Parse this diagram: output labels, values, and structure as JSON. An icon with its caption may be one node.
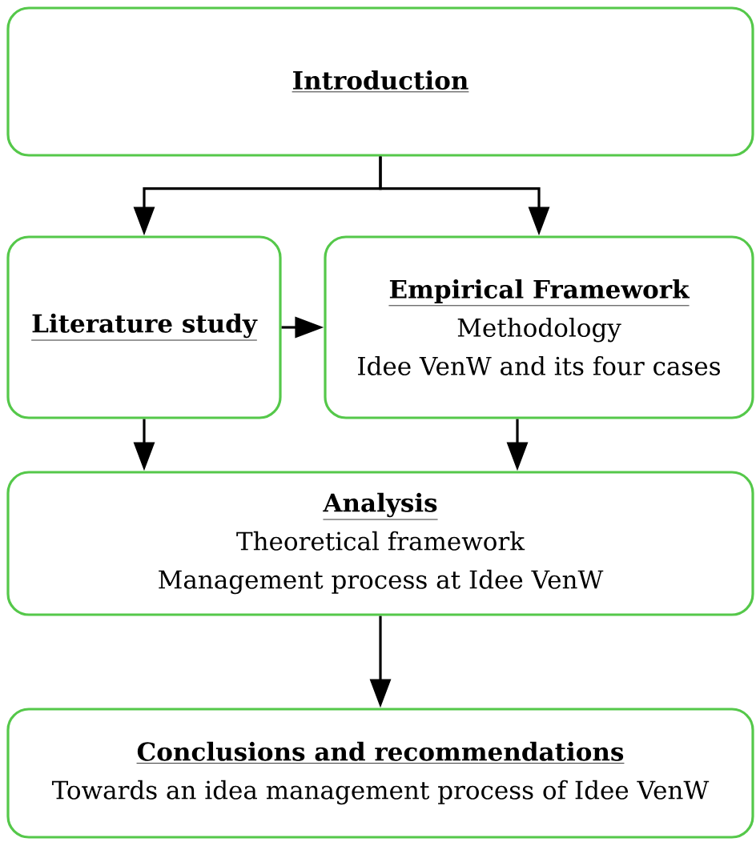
{
  "diagram": {
    "nodes": [
      {
        "text": [
          "Introduction"
        ]
      },
      {
        "text": [
          "Literature study"
        ]
      },
      {
        "text": [
          "Empirical Framework",
          "Methodology",
          "Idee VenW and its four cases"
        ]
      },
      {
        "text": [
          "Analysis",
          "Theoretical framework",
          "Management process at Idee VenW"
        ]
      },
      {
        "text": [
          "Conclusions and recommendations",
          "Towards an idea management process of Idee VenW"
        ]
      }
    ],
    "edges": [
      {
        "from": 0,
        "to": 1,
        "arrow": "to"
      },
      {
        "from": 0,
        "to": 2,
        "arrow": "to"
      },
      {
        "from": 1,
        "to": 2,
        "arrow": "to"
      },
      {
        "from": 1,
        "to": 3,
        "arrow": "to"
      },
      {
        "from": 2,
        "to": 3,
        "arrow": "to"
      },
      {
        "from": 3,
        "to": 4,
        "arrow": "to"
      }
    ]
  }
}
